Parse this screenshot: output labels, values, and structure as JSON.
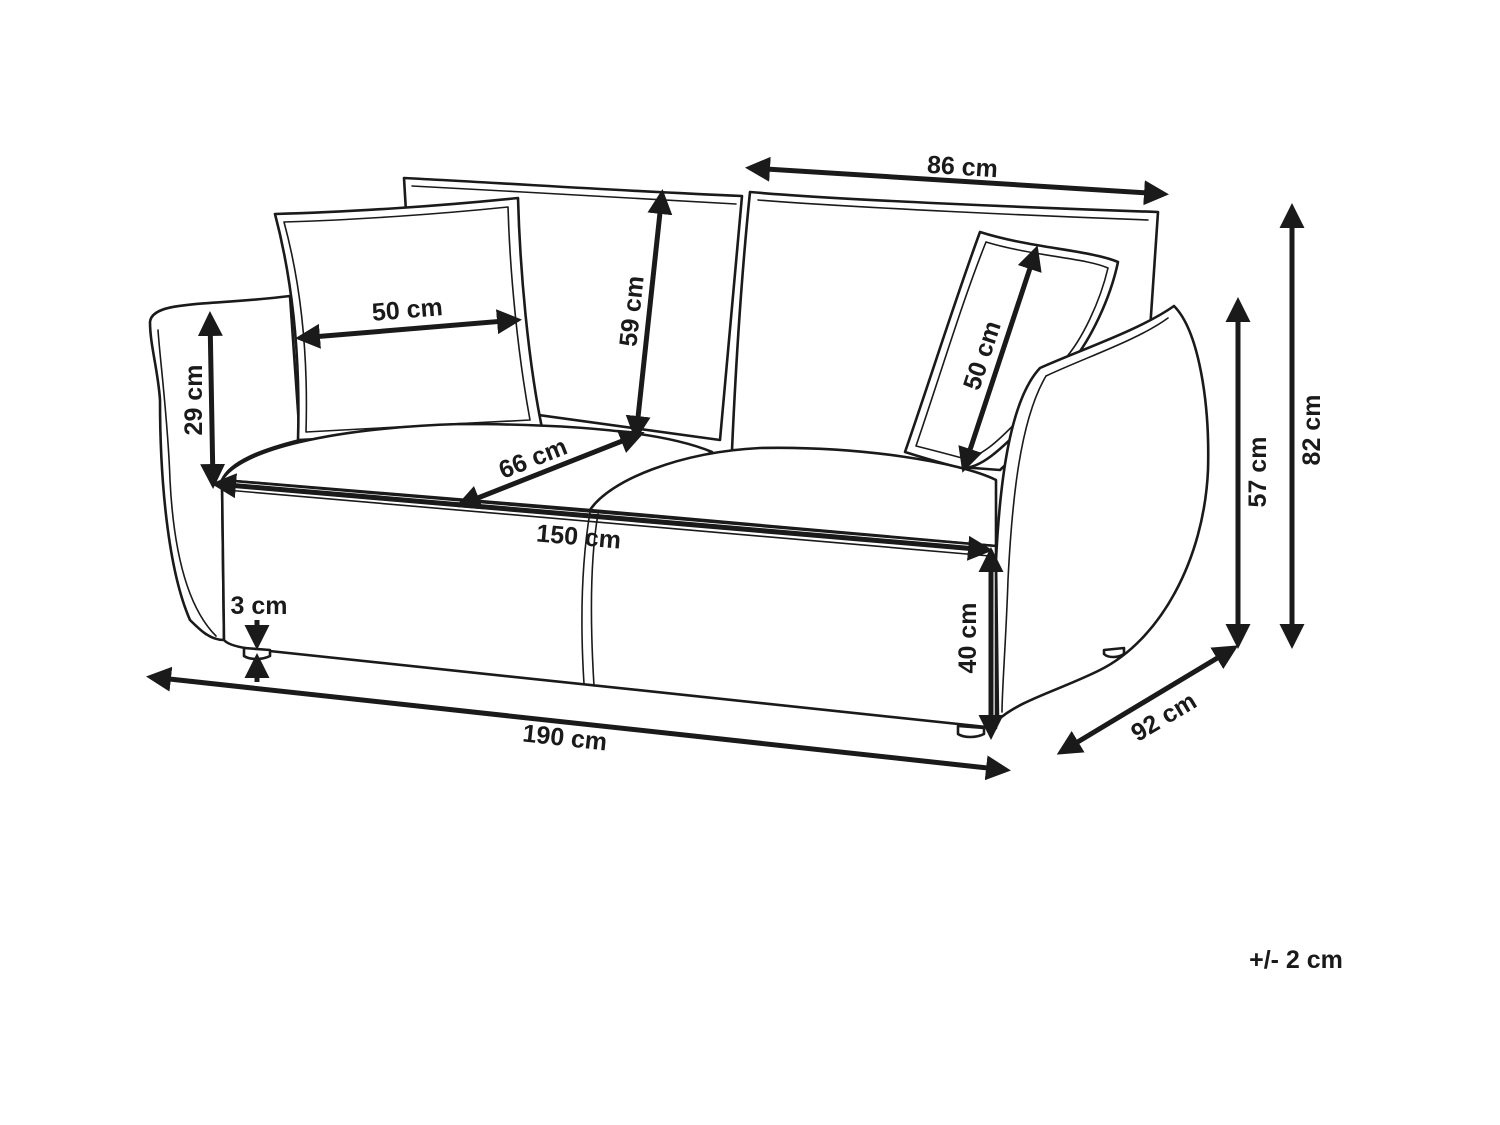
{
  "dimensions": {
    "back_width": "86 cm",
    "cushion_left_width": "50 cm",
    "back_height": "59 cm",
    "cushion_right_width": "50 cm",
    "armrest_height": "29 cm",
    "seat_depth": "66 cm",
    "seat_width": "150 cm",
    "leg_height": "3 cm",
    "seat_height": "40 cm",
    "total_width": "190 cm",
    "total_depth": "92 cm",
    "arm_height": "57 cm",
    "total_height": "82 cm"
  },
  "tolerance": "+/- 2 cm",
  "colors": {
    "line": "#1a1a1a",
    "background": "#ffffff"
  }
}
